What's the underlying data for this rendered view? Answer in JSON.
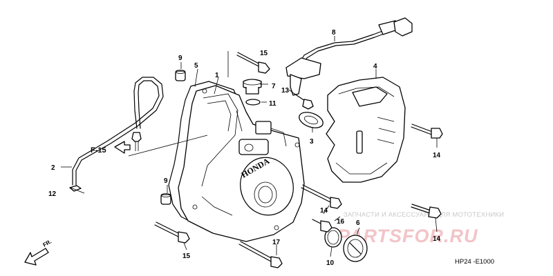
{
  "diagram": {
    "callouts": {
      "c1": "1",
      "c2": "2",
      "c3": "3",
      "c4": "4",
      "c5": "5",
      "c6": "6",
      "c7": "7",
      "c8": "8",
      "c9a": "9",
      "c9b": "9",
      "c10": "10",
      "c11": "11",
      "c12": "12",
      "c13": "13",
      "c14a": "14",
      "c14b": "14",
      "c14c": "14",
      "c15a": "15",
      "c15b": "15",
      "c16": "16",
      "c17": "17"
    },
    "reference_label": "F-15",
    "direction_label": "FR.",
    "brand_mark": "HONDA",
    "diagram_code": "HP24 -E1000"
  },
  "watermark": {
    "caption": "ЗАПЧАСТИ И АКСЕССУАРЫ ДЛЯ МОТОТЕХНИКИ",
    "logo": "PARTSFOR.RU"
  }
}
